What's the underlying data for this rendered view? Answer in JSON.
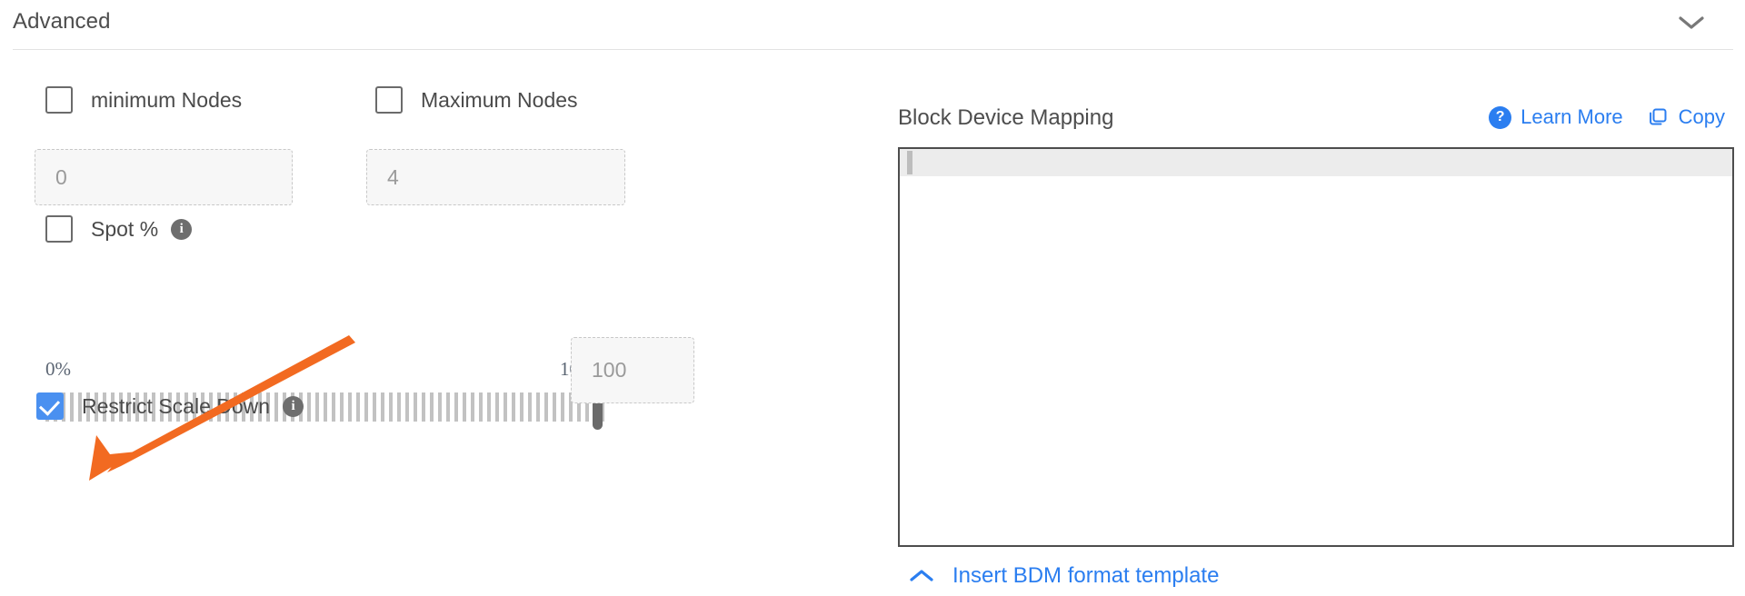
{
  "header": {
    "title": "Advanced",
    "collapse_icon": "chevron-down-icon"
  },
  "left": {
    "min_nodes": {
      "label": "minimum Nodes",
      "checked": false,
      "input_placeholder": "0"
    },
    "max_nodes": {
      "label": "Maximum Nodes",
      "checked": false,
      "input_placeholder": "4"
    },
    "spot": {
      "label": "Spot %",
      "checked": false,
      "info_icon": "info-icon",
      "info_glyph": "i"
    },
    "slider": {
      "min_label": "0%",
      "max_label": "100%",
      "value": 100,
      "value_input_placeholder": "100"
    },
    "restrict_scale_down": {
      "label": "Restrict Scale Down",
      "checked": true,
      "info_icon": "info-icon",
      "info_glyph": "i"
    }
  },
  "right": {
    "title": "Block Device Mapping",
    "learn_more": {
      "label": "Learn More",
      "icon": "question-circle-icon",
      "icon_glyph": "?"
    },
    "copy": {
      "label": "Copy",
      "icon": "copy-icon"
    },
    "editor": {
      "value": "",
      "active_line": 1
    },
    "insert_template": {
      "label": "Insert BDM format template",
      "icon": "chevron-up-icon"
    }
  },
  "colors": {
    "accent_blue": "#2b7ef0",
    "checkbox_blue": "#4a90f0",
    "annotation_orange": "#F26A21",
    "text_gray": "#4a4a4a",
    "muted_gray": "#9a9a9a"
  },
  "annotation": {
    "type": "arrow",
    "points_to": "restrict-scale-down-checkbox",
    "color": "#F26A21"
  }
}
